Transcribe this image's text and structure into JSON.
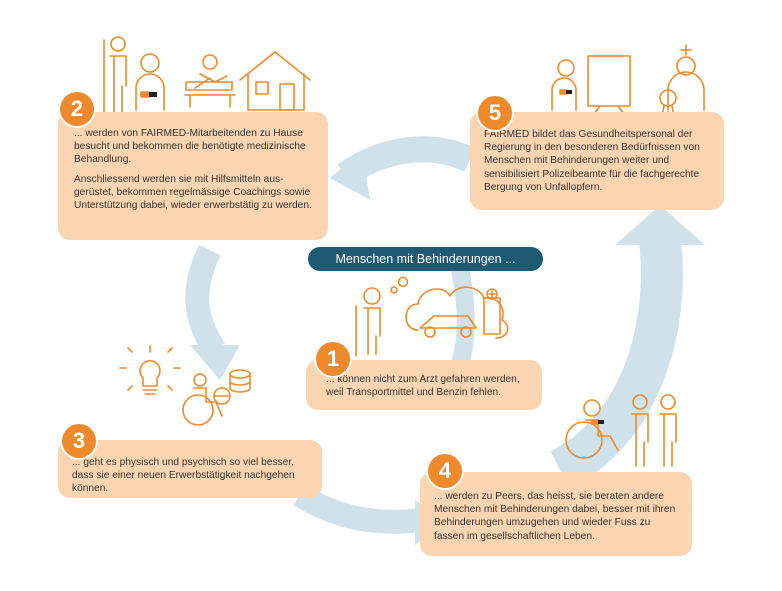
{
  "colors": {
    "accent": "#ee8a2b",
    "box_fill": "#fbd5b1",
    "arrow": "#cfe1ea",
    "pill": "#1f5a75",
    "line": "#ee8a2b"
  },
  "center_label": "Menschen mit Behinderungen ...",
  "steps": [
    {
      "number": "1",
      "paragraphs": [
        "... können nicht zum Arzt gefahren werden, weil Transportmittel und Benzin fehlen."
      ]
    },
    {
      "number": "2",
      "paragraphs": [
        "... werden von FAIRMED-Mitarbeitenden zu Hause besucht und bekommen die benötigte medizinische Behandlung.",
        "Anschliessend werden sie mit Hilfsmitteln aus-gerüstet, bekommen regelmässige Coachings sowie Unterstützung dabei, wieder erwerbstätig zu werden."
      ]
    },
    {
      "number": "3",
      "paragraphs": [
        "... geht es physisch und psychisch so viel besser, dass sie einer neuen Erwerbstätigkeit nachgehen können."
      ]
    },
    {
      "number": "4",
      "paragraphs": [
        "... werden zu Peers, das heisst, sie beraten andere Menschen mit Behinderungen dabei, besser mit ihren Behinderungen umzugehen und wieder Fuss zu fassen im gesellschaftlichen Leben."
      ]
    },
    {
      "number": "5",
      "paragraphs": [
        "FAIRMED bildet das Gesundheitspersonal der Regierung in den besonderen Bedürfnissen von Menschen mit Behinderungen weiter und sensibilisiert Polizeibeamte für die fachgerechte Bergung von Unfallopfern."
      ]
    }
  ],
  "icons": [
    "person-with-crutch-icon",
    "health-worker-icon",
    "physiotherapy-icon",
    "house-icon",
    "trainer-board-icon",
    "nurse-certificate-icon",
    "worried-person-icon",
    "car-cloud-icon",
    "lightbulb-icon",
    "wheelchair-coins-icon",
    "peer-group-icon"
  ]
}
